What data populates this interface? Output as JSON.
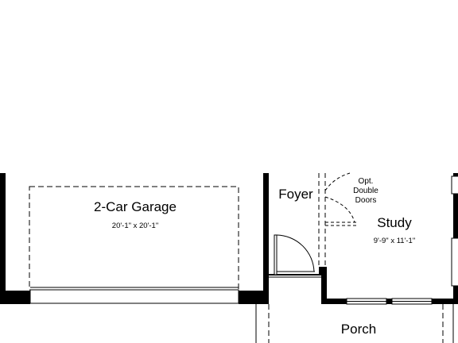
{
  "plan": {
    "colors": {
      "wall": "#000000",
      "line": "#000000",
      "background": "#ffffff"
    },
    "rooms": {
      "garage": {
        "name": "2-Car Garage",
        "dims": "20'-1\" x 20'-1\""
      },
      "foyer": {
        "name": "Foyer"
      },
      "study": {
        "name": "Study",
        "dims": "9'-9\" x 11'-1\""
      },
      "porch": {
        "name": "Porch"
      }
    },
    "notes": {
      "opt_doors": [
        "Opt.",
        "Double",
        "Doors"
      ]
    }
  }
}
